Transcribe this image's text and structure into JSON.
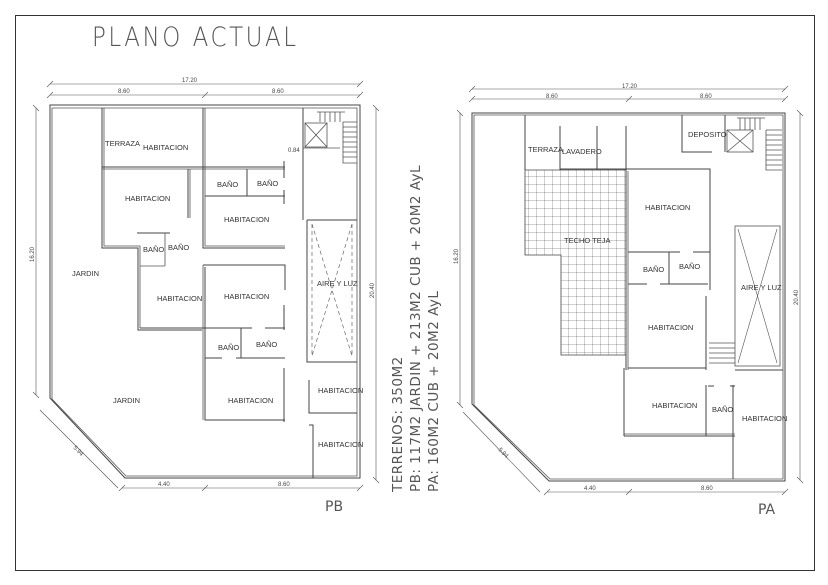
{
  "title": "PLANO ACTUAL",
  "summary": {
    "line1": "TERRENOS: 350M2",
    "line2": "PB: 117M2 JARDIN + 213M2 CUB + 20M2 AyL",
    "line3": "PA: 160M2 CUB + 20M2 AyL"
  },
  "planta_baja": {
    "label": "PB",
    "dims": {
      "total_width": "17.20",
      "left_width": "8.60",
      "right_width": "8.60",
      "left_height": "16.20",
      "right_height": "20.40",
      "diagonal": "5.94",
      "bottom_left": "4.40",
      "bottom_right": "8.60",
      "stair_note": "0.84"
    },
    "rooms": {
      "terraza": "TERRAZA",
      "hab_top": "HABITACION",
      "hab_left": "HABITACION",
      "bano1": "BAÑO",
      "bano2": "BAÑO",
      "hab_mid": "HABITACION",
      "bano3": "BAÑO",
      "bano4": "BAÑO",
      "jardin1": "JARDIN",
      "hab_center_left": "HABITACION",
      "hab_center": "HABITACION",
      "aire_luz": "AIRE Y LUZ",
      "bano5": "BAÑO",
      "bano6": "BAÑO",
      "jardin2": "JARDIN",
      "hab_bottom": "HABITACION",
      "hab_right1": "HABITACION",
      "hab_right2": "HABITACION"
    }
  },
  "planta_alta": {
    "label": "PA",
    "dims": {
      "total_width": "17.20",
      "left_width": "8.60",
      "right_width": "8.60",
      "left_height": "16.20",
      "right_height": "20.40",
      "diagonal": "5.94",
      "bottom_left": "4.40",
      "bottom_right": "8.60"
    },
    "rooms": {
      "terraza": "TERRAZA",
      "lavadero": "LAVADERO",
      "deposito": "DEPOSITO",
      "techo_teja": "TECHO TEJA",
      "hab_top": "HABITACION",
      "bano1": "BAÑO",
      "bano2": "BAÑO",
      "aire_luz": "AIRE Y LUZ",
      "hab_mid": "HABITACION",
      "hab_bottom_left": "HABITACION",
      "bano3": "BAÑO",
      "hab_bottom_right": "HABITACION"
    }
  }
}
